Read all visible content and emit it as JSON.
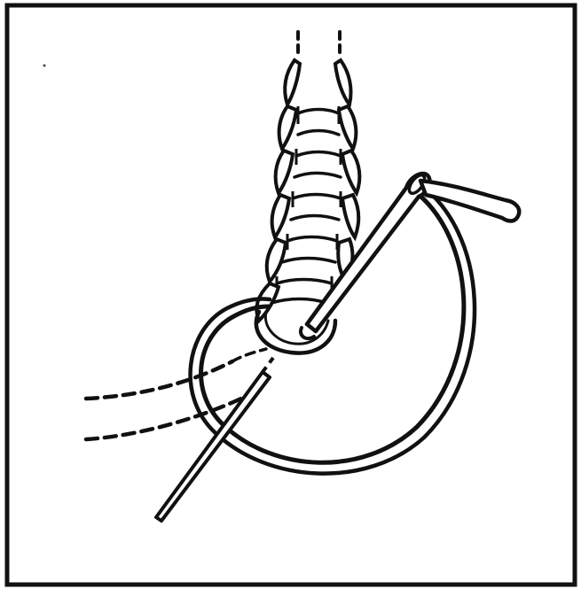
{
  "figure": {
    "subject": "embroidery-stitch-illustration",
    "style": "black-ink-line-drawing",
    "ink_color": "#111111",
    "paper_color": "#ffffff",
    "components": [
      {
        "name": "stitch-chain",
        "icon": "braided-stitch-icon"
      },
      {
        "name": "thread-loop",
        "icon": "loop-icon"
      },
      {
        "name": "needle",
        "icon": "needle-icon"
      },
      {
        "name": "thread-tail",
        "icon": "thread-end-icon"
      },
      {
        "name": "dashed-guide-lines",
        "icon": "dashed-line-icon"
      }
    ]
  }
}
